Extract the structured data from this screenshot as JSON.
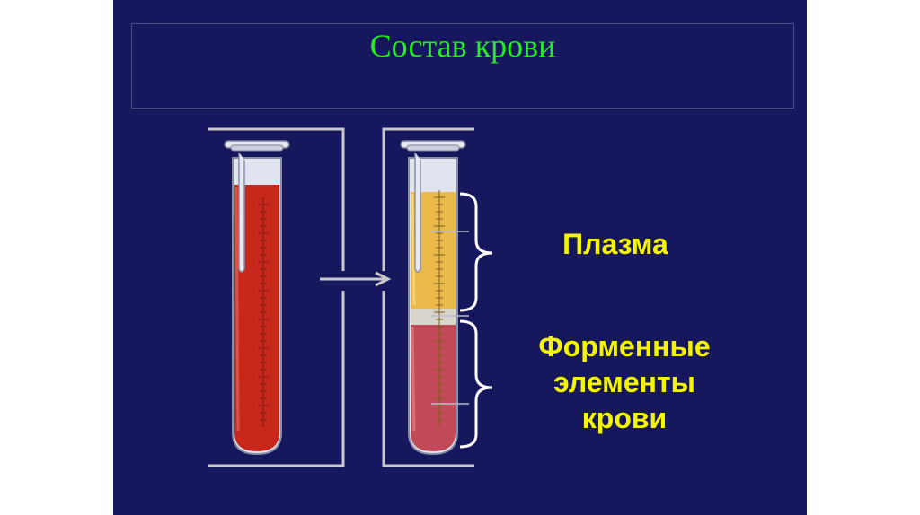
{
  "title": "Состав крови",
  "labels": {
    "plasma": "Плазма",
    "formed_line1": "Форменные",
    "formed_line2": "элементы",
    "formed_line3": "крови"
  },
  "colors": {
    "background": "#17175e",
    "title": "#22ee22",
    "label": "#f5f500",
    "blood": "#c8281c",
    "plasma": "#e9b94a",
    "formed": "#c24a58"
  }
}
